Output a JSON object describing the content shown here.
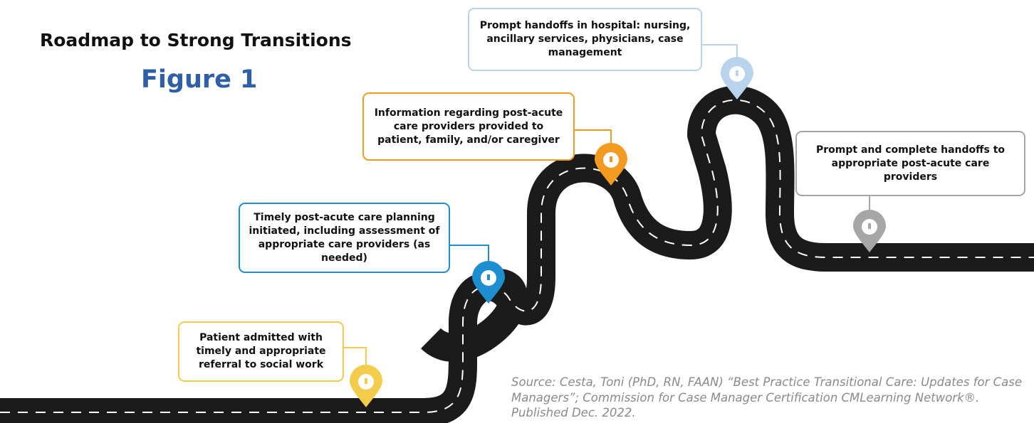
{
  "title": "Roadmap to Strong Transitions",
  "subtitle": "Figure 1",
  "colors": {
    "road": "#1b1b1b",
    "road_marking": "#ffffff",
    "title_blue": "#2f5fa6",
    "source_text": "#8a8a8a"
  },
  "steps": [
    {
      "text": "Patient admitted with timely and appropriate referral to social work",
      "color": "#f2cc4a",
      "icon": "location-pin-icon"
    },
    {
      "text": "Timely post-acute care planning initiated, including assessment of appropriate care providers (as needed)",
      "color": "#1d8fd1",
      "icon": "location-pin-icon"
    },
    {
      "text": "Information regarding post-acute care providers provided to patient, family, and/or  caregiver",
      "color": "#f39a20",
      "icon": "location-pin-icon"
    },
    {
      "text": "Prompt handoffs in hospital: nursing, ancillary services, physicians, case management",
      "color": "#b9d3ec",
      "icon": "location-pin-icon"
    },
    {
      "text": "Prompt and complete handoffs to appropriate post-acute care providers",
      "color": "#a6a6a6",
      "icon": "location-pin-icon"
    }
  ],
  "source": "Source: Cesta, Toni (PhD, RN, FAAN) “Best Practice Transitional Care: Updates for Case Managers”; Commission for Case Manager Certification CMLearning Network®. Published Dec. 2022."
}
